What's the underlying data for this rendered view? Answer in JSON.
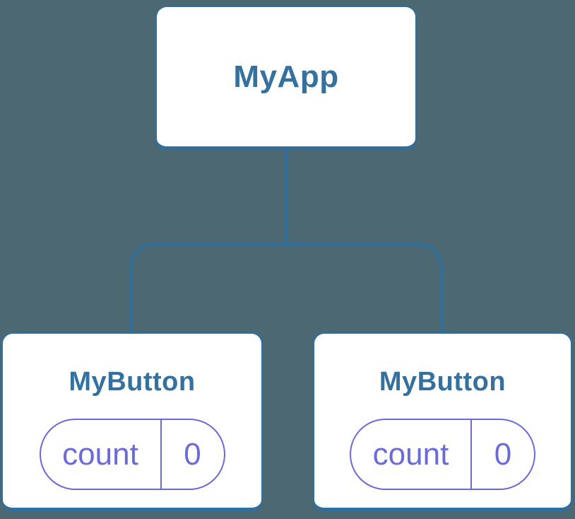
{
  "colors": {
    "background": "#4c6873",
    "node_border": "#2e6f9e",
    "node_text": "#35719e",
    "node_fill": "#ffffff",
    "connector": "#2e6f9e",
    "state_accent": "#6b6ad9"
  },
  "diagram": {
    "root": {
      "label": "MyApp"
    },
    "children": [
      {
        "label": "MyButton",
        "state": {
          "key": "count",
          "value": "0"
        }
      },
      {
        "label": "MyButton",
        "state": {
          "key": "count",
          "value": "0"
        }
      }
    ]
  }
}
